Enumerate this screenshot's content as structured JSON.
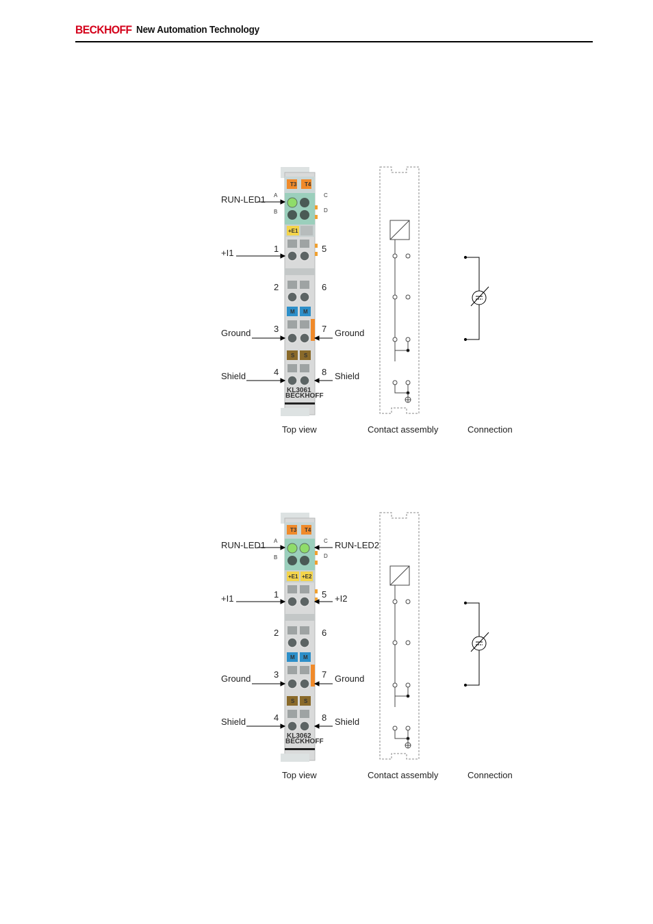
{
  "header": {
    "brand": "BECKHOFF",
    "tagline": "New Automation Technology",
    "brand_color": "#d4001a"
  },
  "figures": [
    {
      "labels": {
        "led_left": "RUN-LED1",
        "led_right": "",
        "in_left": "+I1",
        "in_right": "",
        "ground_left": "Ground",
        "ground_right": "Ground",
        "shield_left": "Shield",
        "shield_right": "Shield"
      },
      "contacts": {
        "a": "A",
        "b": "B",
        "c": "C",
        "d": "D",
        "n1": "1",
        "n2": "2",
        "n3": "3",
        "n4": "4",
        "n5": "5",
        "n6": "6",
        "n7": "7",
        "n8": "8"
      },
      "terminal": {
        "tag_t3": "T3",
        "tag_t4": "T4",
        "tag_e1": "+E1",
        "tag_e2": "",
        "tag_m1": "M",
        "tag_m2": "M",
        "tag_s1": "S",
        "tag_s2": "S",
        "model": "KL3061",
        "maker": "BECKHOFF"
      },
      "captions": {
        "top_view": "Top view",
        "contact_assembly": "Contact assembly",
        "connection": "Connection"
      }
    },
    {
      "labels": {
        "led_left": "RUN-LED1",
        "led_right": "RUN-LED2",
        "in_left": "+I1",
        "in_right": "+I2",
        "ground_left": "Ground",
        "ground_right": "Ground",
        "shield_left": "Shield",
        "shield_right": "Shield"
      },
      "contacts": {
        "a": "A",
        "b": "B",
        "c": "C",
        "d": "D",
        "n1": "1",
        "n2": "2",
        "n3": "3",
        "n4": "4",
        "n5": "5",
        "n6": "6",
        "n7": "7",
        "n8": "8"
      },
      "terminal": {
        "tag_t3": "T3",
        "tag_t4": "T4",
        "tag_e1": "+E1",
        "tag_e2": "+E2",
        "tag_m1": "M",
        "tag_m2": "M",
        "tag_s1": "S",
        "tag_s2": "S",
        "model": "KL3062",
        "maker": "BECKHOFF"
      },
      "captions": {
        "top_view": "Top view",
        "contact_assembly": "Contact assembly",
        "connection": "Connection"
      }
    }
  ]
}
